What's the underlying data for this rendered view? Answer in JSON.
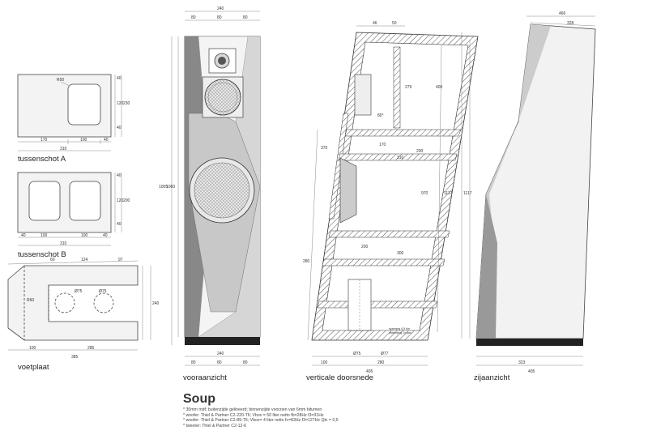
{
  "title": "Soup",
  "views": {
    "partition_a": "tussenschot A",
    "partition_b": "tussenschot B",
    "base_plate": "voetplaat",
    "front_view": "vooraanzicht",
    "vertical_section": "verticale doorsnede",
    "side_view": "zijaanzicht"
  },
  "notes": [
    "* 30mm mdf; buitenzijde gelineerd; binnenzijde voorzien van 6mm bitumen",
    "* woofer: Thiel & Partner C2-220-T6; Vbox = 50 liter netto fb=28Hz f3=31Hz",
    "* woofer: Thiel & Partner C2-89-T6; Vbox= 4 liter netto fc=83Hz f3=127Hz Qtc = 0,5",
    "* tweeter: Thiel & Partner C2-12-6"
  ],
  "dims": {
    "a_r50": "R50",
    "a_v1": "40",
    "a_v2": "120",
    "a_v3": "40",
    "a_vtot": "230",
    "a_h1": "170",
    "a_h2": "100",
    "a_h3": "40",
    "a_htot": "310",
    "b_v1": "40",
    "b_v2": "120",
    "b_v3": "40",
    "b_vtot": "200",
    "b_h1": "40",
    "b_h2": "100",
    "b_h3": "100",
    "b_h4": "40",
    "b_htot": "310",
    "v_top1": "60",
    "v_top2": "124",
    "v_top3": "97",
    "v_r": "R60",
    "v_d1": "Ø75",
    "v_d2": "Ø75",
    "v_h": "240",
    "v_b1": "100",
    "v_b2": "285",
    "v_btot": "385",
    "f_top": "240",
    "f_t1": "80",
    "f_t2": "80",
    "f_t3": "80",
    "f_h1": "1005",
    "f_h2": "1060",
    "f_bot": "240",
    "f_b1": "80",
    "f_b2": "80",
    "f_b3": "80",
    "s_t1": "46",
    "s_t2": "50",
    "s_d1": "170",
    "s_d2": "200",
    "s_d3": "310",
    "s_d4": "200",
    "s_d5": "300",
    "s_ang": "80°",
    "s_h1": "279",
    "s_h2": "400",
    "s_h3": "970",
    "s_h4": "1117",
    "s_l1": "370",
    "s_l2": "280",
    "s_l3": "Ø75",
    "s_l4": "Ø77",
    "s_b1": "100",
    "s_b2": "280",
    "s_btot": "405",
    "s_port1": "spanning 4,5 t/m",
    "s_port2": "afdemping 1x aan",
    "z_t1": "466",
    "z_t2": "328",
    "z_h": "1117",
    "z_b1": "323",
    "z_btot": "405"
  }
}
